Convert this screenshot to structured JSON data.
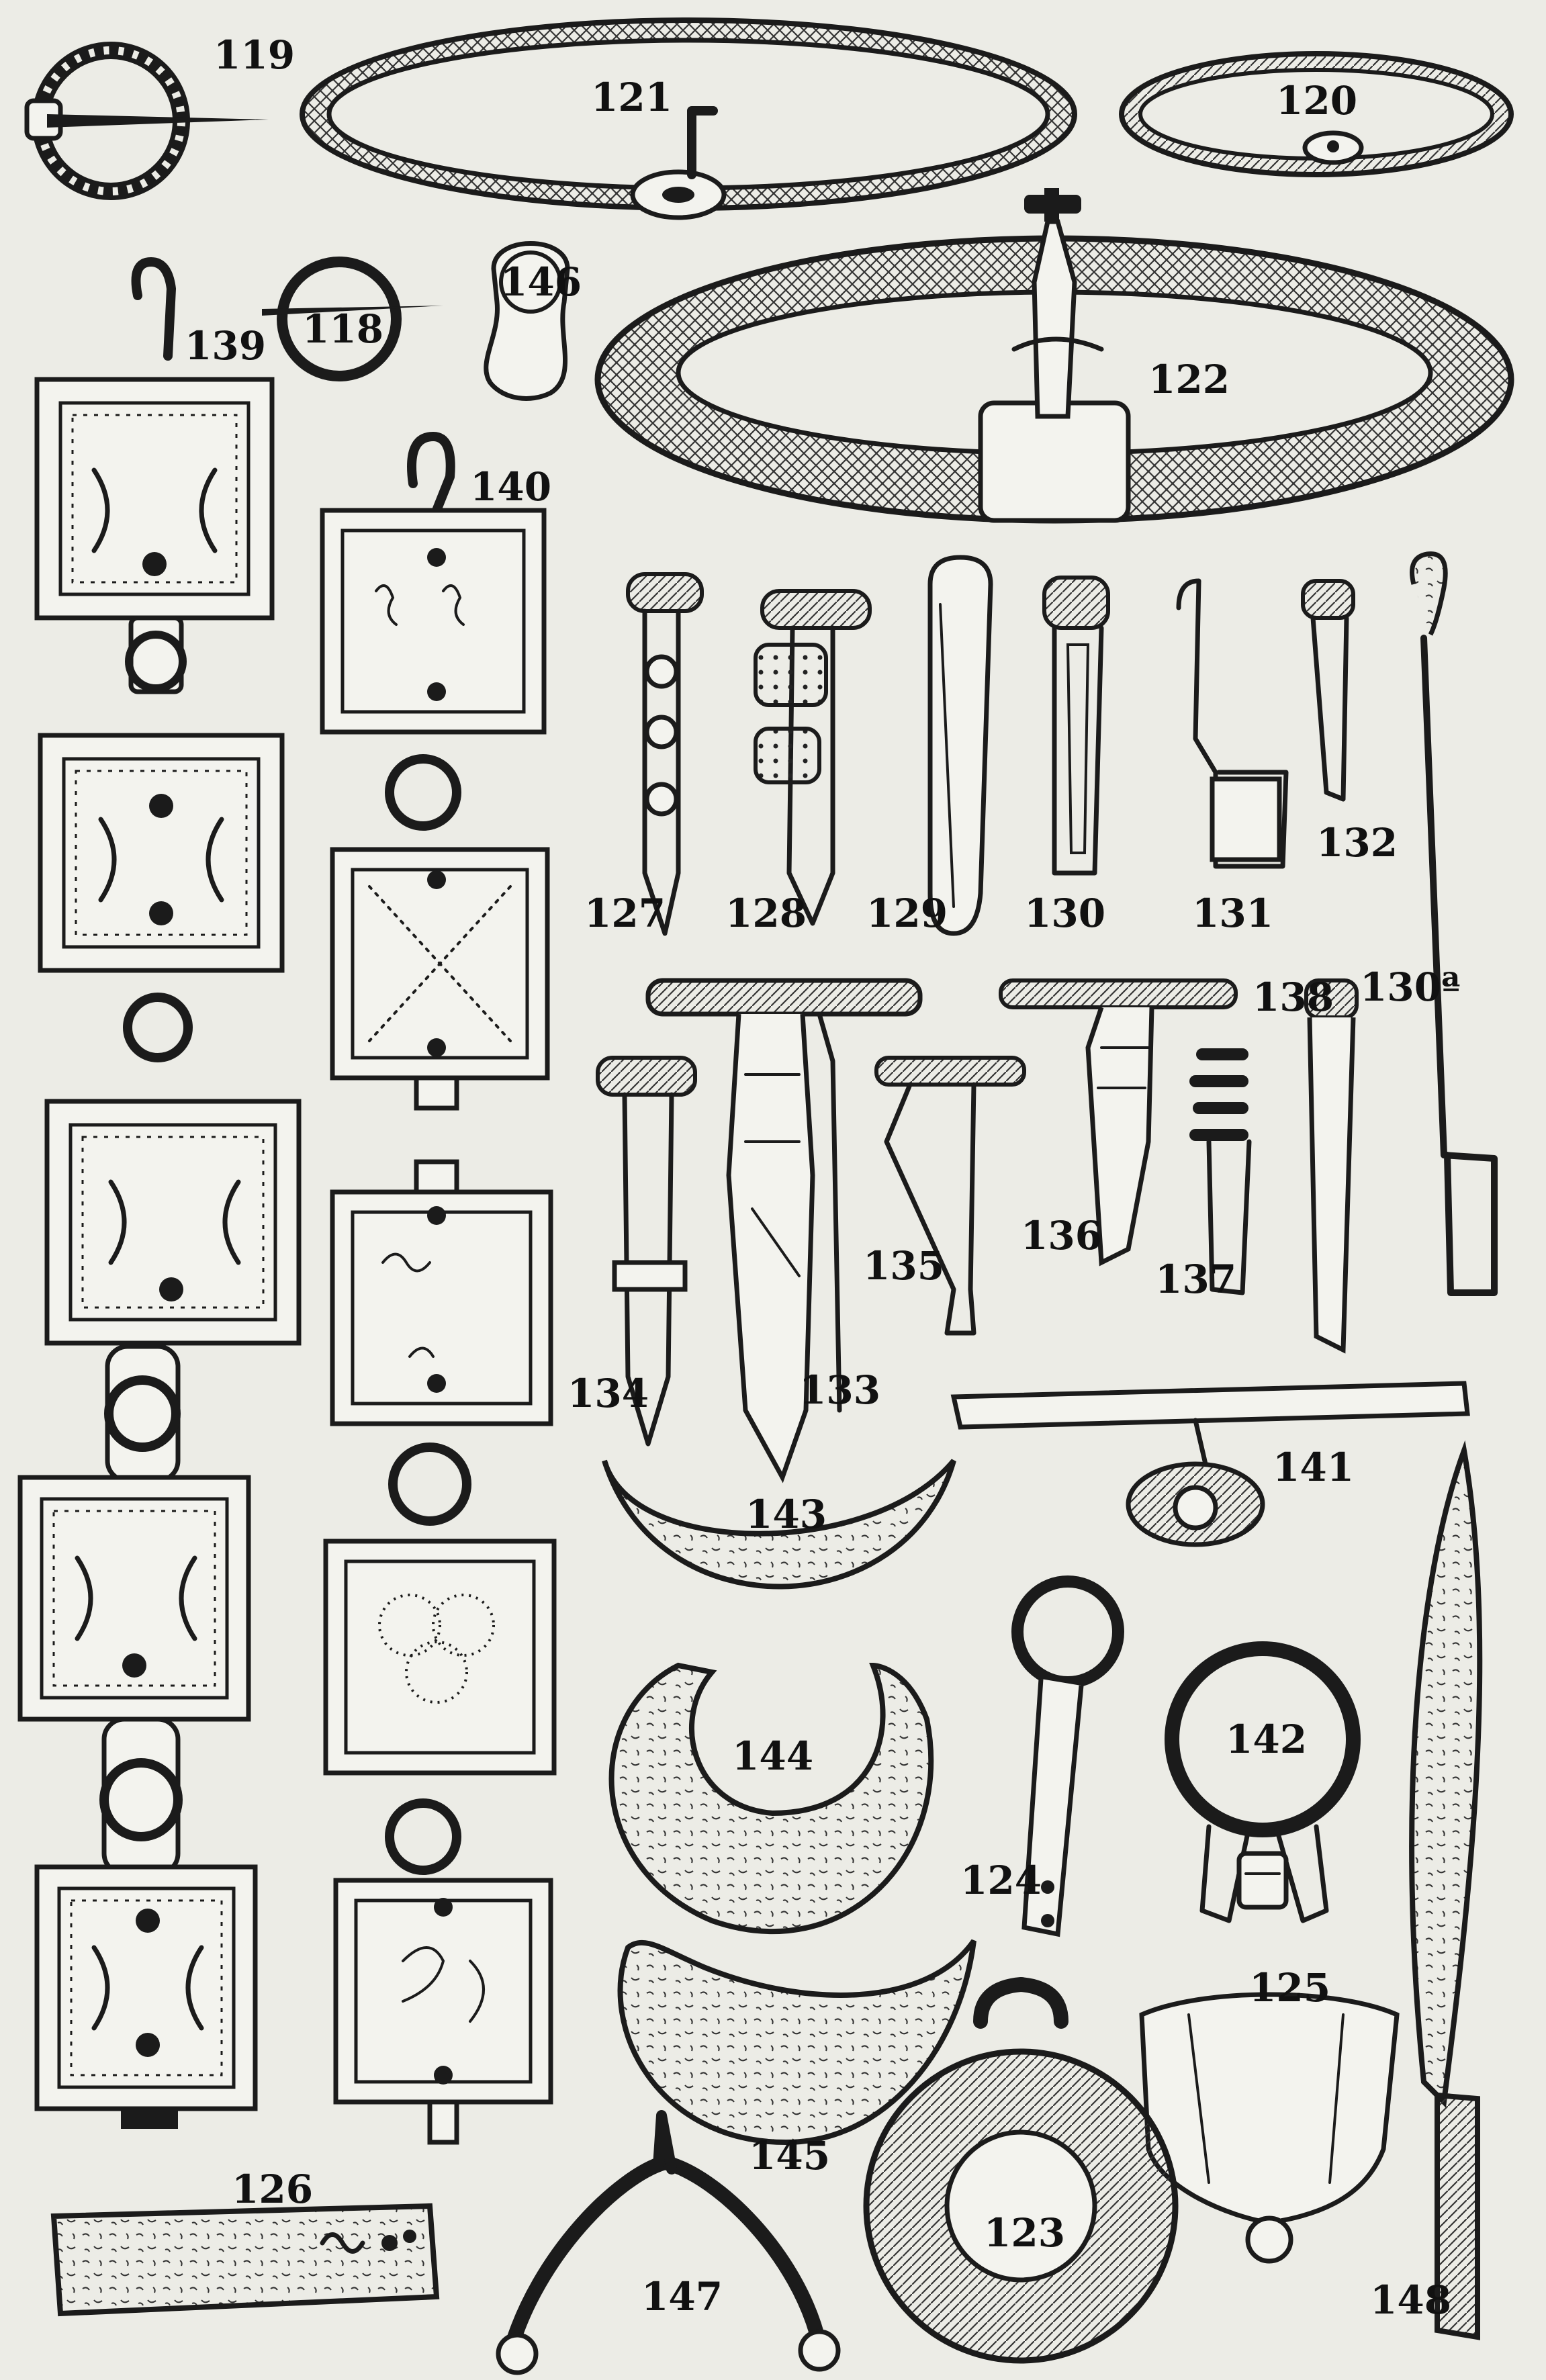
{
  "figure_labels": {
    "n118": "118",
    "n119": "119",
    "n120": "120",
    "n121": "121",
    "n122": "122",
    "n123": "123",
    "n124": "124",
    "n125": "125",
    "n126": "126",
    "n127": "127",
    "n128": "128",
    "n129": "129",
    "n130": "130",
    "n130a": "130ª",
    "n131": "131",
    "n132": "132",
    "n133": "133",
    "n134": "134",
    "n135": "135",
    "n136": "136",
    "n137": "137",
    "n138": "138",
    "n139": "139",
    "n140": "140",
    "n141": "141",
    "n142": "142",
    "n143": "143",
    "n144": "144",
    "n145": "145",
    "n146": "146",
    "n147": "147",
    "n148": "148"
  },
  "colors": {
    "ink": "#1b1b1b",
    "paper": "#ecece6"
  }
}
